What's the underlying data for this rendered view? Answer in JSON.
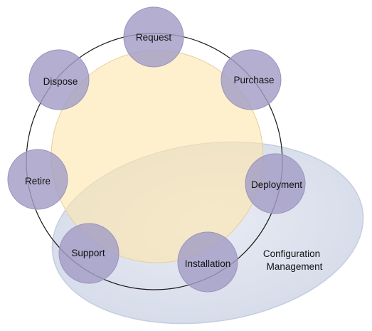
{
  "diagram": {
    "nodes": [
      {
        "id": "request",
        "label": "Request"
      },
      {
        "id": "purchase",
        "label": "Purchase"
      },
      {
        "id": "deployment",
        "label": "Deployment"
      },
      {
        "id": "installation",
        "label": "Installation"
      },
      {
        "id": "support",
        "label": "Support"
      },
      {
        "id": "retire",
        "label": "Retire"
      },
      {
        "id": "dispose",
        "label": "Dispose"
      }
    ],
    "config_area": {
      "line1": "Configuration",
      "line2": "Management"
    },
    "colors": {
      "node_fill": "#aaa3c9",
      "node_stroke": "#9c95c0",
      "core_fill": "#fde9b9",
      "core_stroke": "#ead7a8",
      "config_fill": "#dde2ee",
      "config_stroke": "#c9d0e2",
      "ring_stroke": "#1a1a1a"
    }
  }
}
